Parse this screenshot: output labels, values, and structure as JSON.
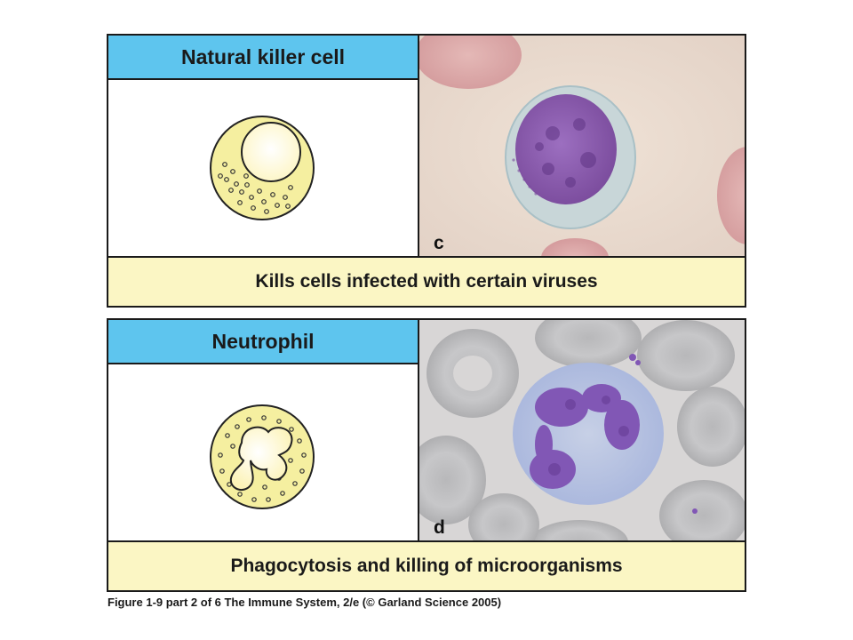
{
  "panels": [
    {
      "title": "Natural killer cell",
      "letter": "c",
      "caption": "Kills cells infected with certain viruses"
    },
    {
      "title": "Neutrophil",
      "letter": "d",
      "caption": "Phagocytosis and killing of microorganisms"
    }
  ],
  "figure_caption": "Figure 1-9 part 2 of 6  The Immune System, 2/e (© Garland Science 2005)",
  "colors": {
    "title_bar": "#5ec5ee",
    "caption_bar": "#fbf6c4",
    "cell_fill": "#f5efa0",
    "nucleus_fill": "#fffbe0",
    "stain_purple": "#8a5aa8"
  }
}
